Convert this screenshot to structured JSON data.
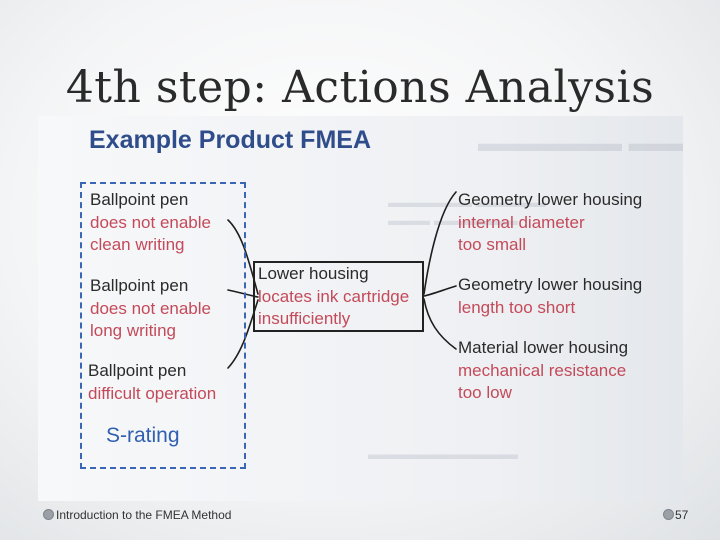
{
  "slide": {
    "title": "4th step: Actions Analysis",
    "footer_text": "Introduction to the FMEA Method",
    "page_number": "57"
  },
  "figure": {
    "title": "Example Product FMEA",
    "effects": [
      {
        "subject": "Ballpoint pen",
        "description_lines": [
          "does not enable",
          "clean writing"
        ]
      },
      {
        "subject": "Ballpoint pen",
        "description_lines": [
          "does not enable",
          "long writing"
        ]
      },
      {
        "subject": "Ballpoint pen",
        "description_lines": [
          "difficult operation"
        ]
      }
    ],
    "s_rating_label": "S-rating",
    "failure_mode": {
      "subject": "Lower housing",
      "description_lines": [
        "locates ink cartridge",
        "insufficiently"
      ]
    },
    "causes": [
      {
        "subject": "Geometry lower housing",
        "description_lines": [
          "internal diameter",
          "too small"
        ]
      },
      {
        "subject": "Geometry lower housing",
        "description_lines": [
          "length too short"
        ]
      },
      {
        "subject": "Material lower housing",
        "description_lines": [
          "mechanical resistance",
          "too low"
        ]
      }
    ],
    "colors": {
      "title_blue": "#2f4d8a",
      "dashed_box_blue": "#3b66b5",
      "description_red": "#c44a5a",
      "subject_text": "#2b2b2b"
    }
  }
}
